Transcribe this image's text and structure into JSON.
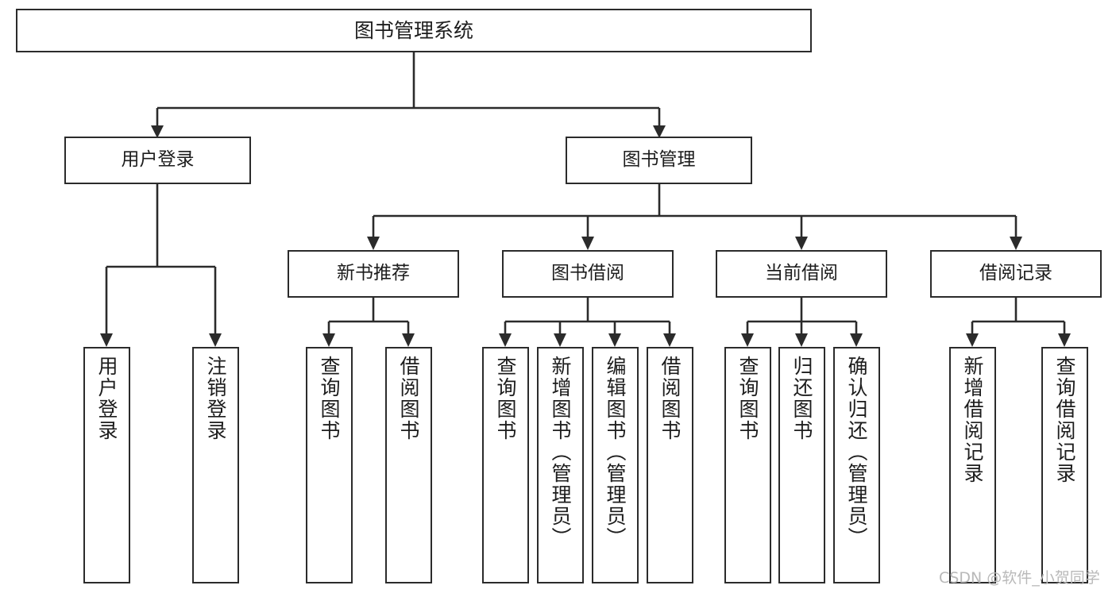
{
  "diagram": {
    "title": "图书管理系统",
    "type": "tree-hierarchy",
    "watermark": "CSDN @软件_小贺同学",
    "colors": {
      "stroke": "#2b2b2b",
      "background": "#ffffff",
      "text": "#1d1d1d",
      "watermark": "#b9b9b9"
    },
    "root": {
      "label": "图书管理系统"
    },
    "level2": [
      {
        "label": "用户登录"
      },
      {
        "label": "图书管理"
      }
    ],
    "level3": [
      {
        "label": "新书推荐"
      },
      {
        "label": "图书借阅"
      },
      {
        "label": "当前借阅"
      },
      {
        "label": "借阅记录"
      }
    ],
    "leaves": {
      "user_login": [
        {
          "label": "用户登录"
        },
        {
          "label": "注销登录"
        }
      ],
      "new_book_recommend": [
        {
          "label": "查询图书"
        },
        {
          "label": "借阅图书"
        }
      ],
      "book_borrow": [
        {
          "label": "查询图书"
        },
        {
          "label": "新增图书（管理员）"
        },
        {
          "label": "编辑图书（管理员）"
        },
        {
          "label": "借阅图书"
        }
      ],
      "current_borrow": [
        {
          "label": "查询图书"
        },
        {
          "label": "归还图书"
        },
        {
          "label": "确认归还（管理员）"
        }
      ],
      "borrow_record": [
        {
          "label": "新增借阅记录"
        },
        {
          "label": "查询借阅记录"
        }
      ]
    }
  }
}
